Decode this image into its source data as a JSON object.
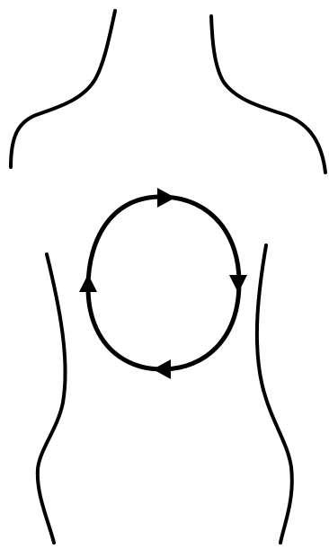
{
  "diagram": {
    "subject": "torso-outline-with-circular-motion",
    "colors": {
      "background": "#ffffff",
      "line": "#000000"
    },
    "circle_direction": "clockwise",
    "arrow_count": 4
  }
}
